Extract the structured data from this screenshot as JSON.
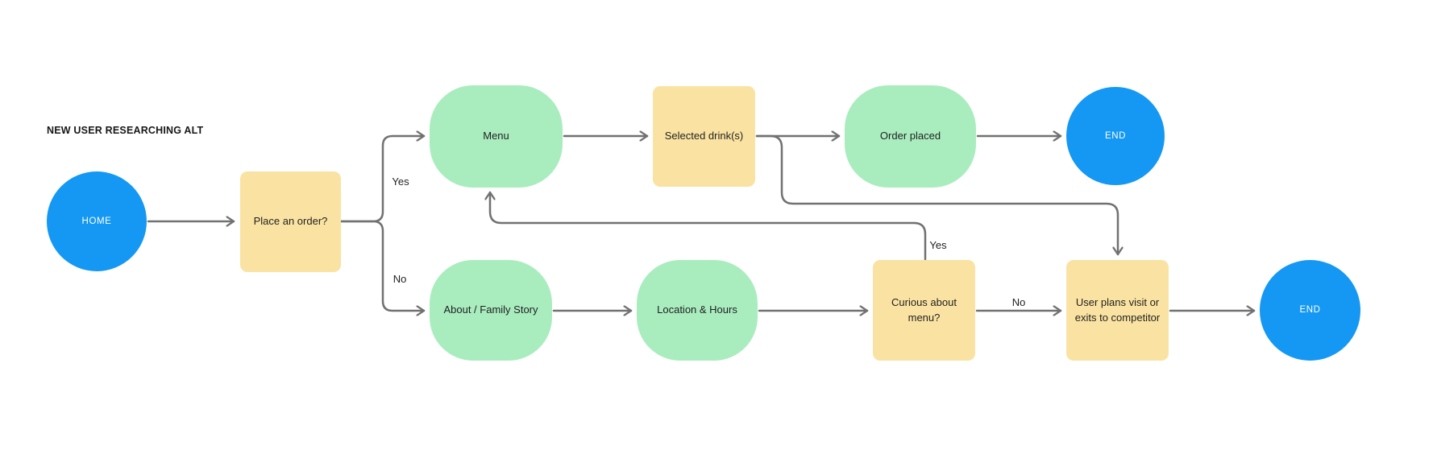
{
  "title": "NEW USER RESEARCHING ALT",
  "colors": {
    "green": "#a9edbf",
    "yellow": "#fae3a2",
    "blue": "#1498f3",
    "connector": "#717171",
    "text_dark": "#1f1f1f",
    "text_light": "#ffffff",
    "canvas_bg": "#ffffff"
  },
  "nodes": {
    "home": {
      "label": "HOME",
      "shape": "circle"
    },
    "place_order": {
      "label": "Place an order?",
      "shape": "rectangle"
    },
    "menu": {
      "label": "Menu",
      "shape": "rounded"
    },
    "selected_drinks": {
      "label": "Selected drink(s)",
      "shape": "rectangle"
    },
    "order_placed": {
      "label": "Order placed",
      "shape": "rounded"
    },
    "end_top": {
      "label": "END",
      "shape": "circle"
    },
    "about": {
      "label": "About / Family Story",
      "shape": "rounded"
    },
    "location_hours": {
      "label": "Location & Hours",
      "shape": "rounded"
    },
    "curious": {
      "label": "Curious about menu?",
      "shape": "rectangle"
    },
    "user_plans": {
      "label": "User plans visit or exits to competitor",
      "shape": "rectangle"
    },
    "end_bottom": {
      "label": "END",
      "shape": "circle"
    }
  },
  "edge_labels": {
    "order_yes": "Yes",
    "order_no": "No",
    "curious_yes": "Yes",
    "curious_no": "No"
  }
}
